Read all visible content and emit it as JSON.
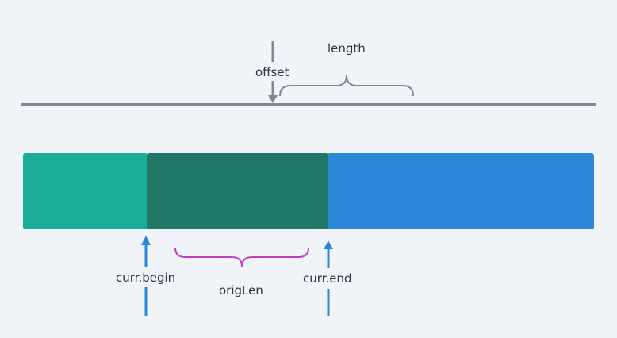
{
  "labels": {
    "offset": "offset",
    "length": "length",
    "curr_begin": "curr.begin",
    "orig_len": "origLen",
    "curr_end": "curr.end"
  },
  "colors": {
    "background": "#f0f3f7",
    "segment_left": "#1aae9a",
    "segment_middle": "#217866",
    "segment_right": "#2c87d9",
    "timeline": "#7d8896",
    "brace_length": "#7d8896",
    "brace_origlen": "#c13fc7",
    "arrow_curr": "#2c87d9",
    "arrow_offset": "#7d8896"
  }
}
